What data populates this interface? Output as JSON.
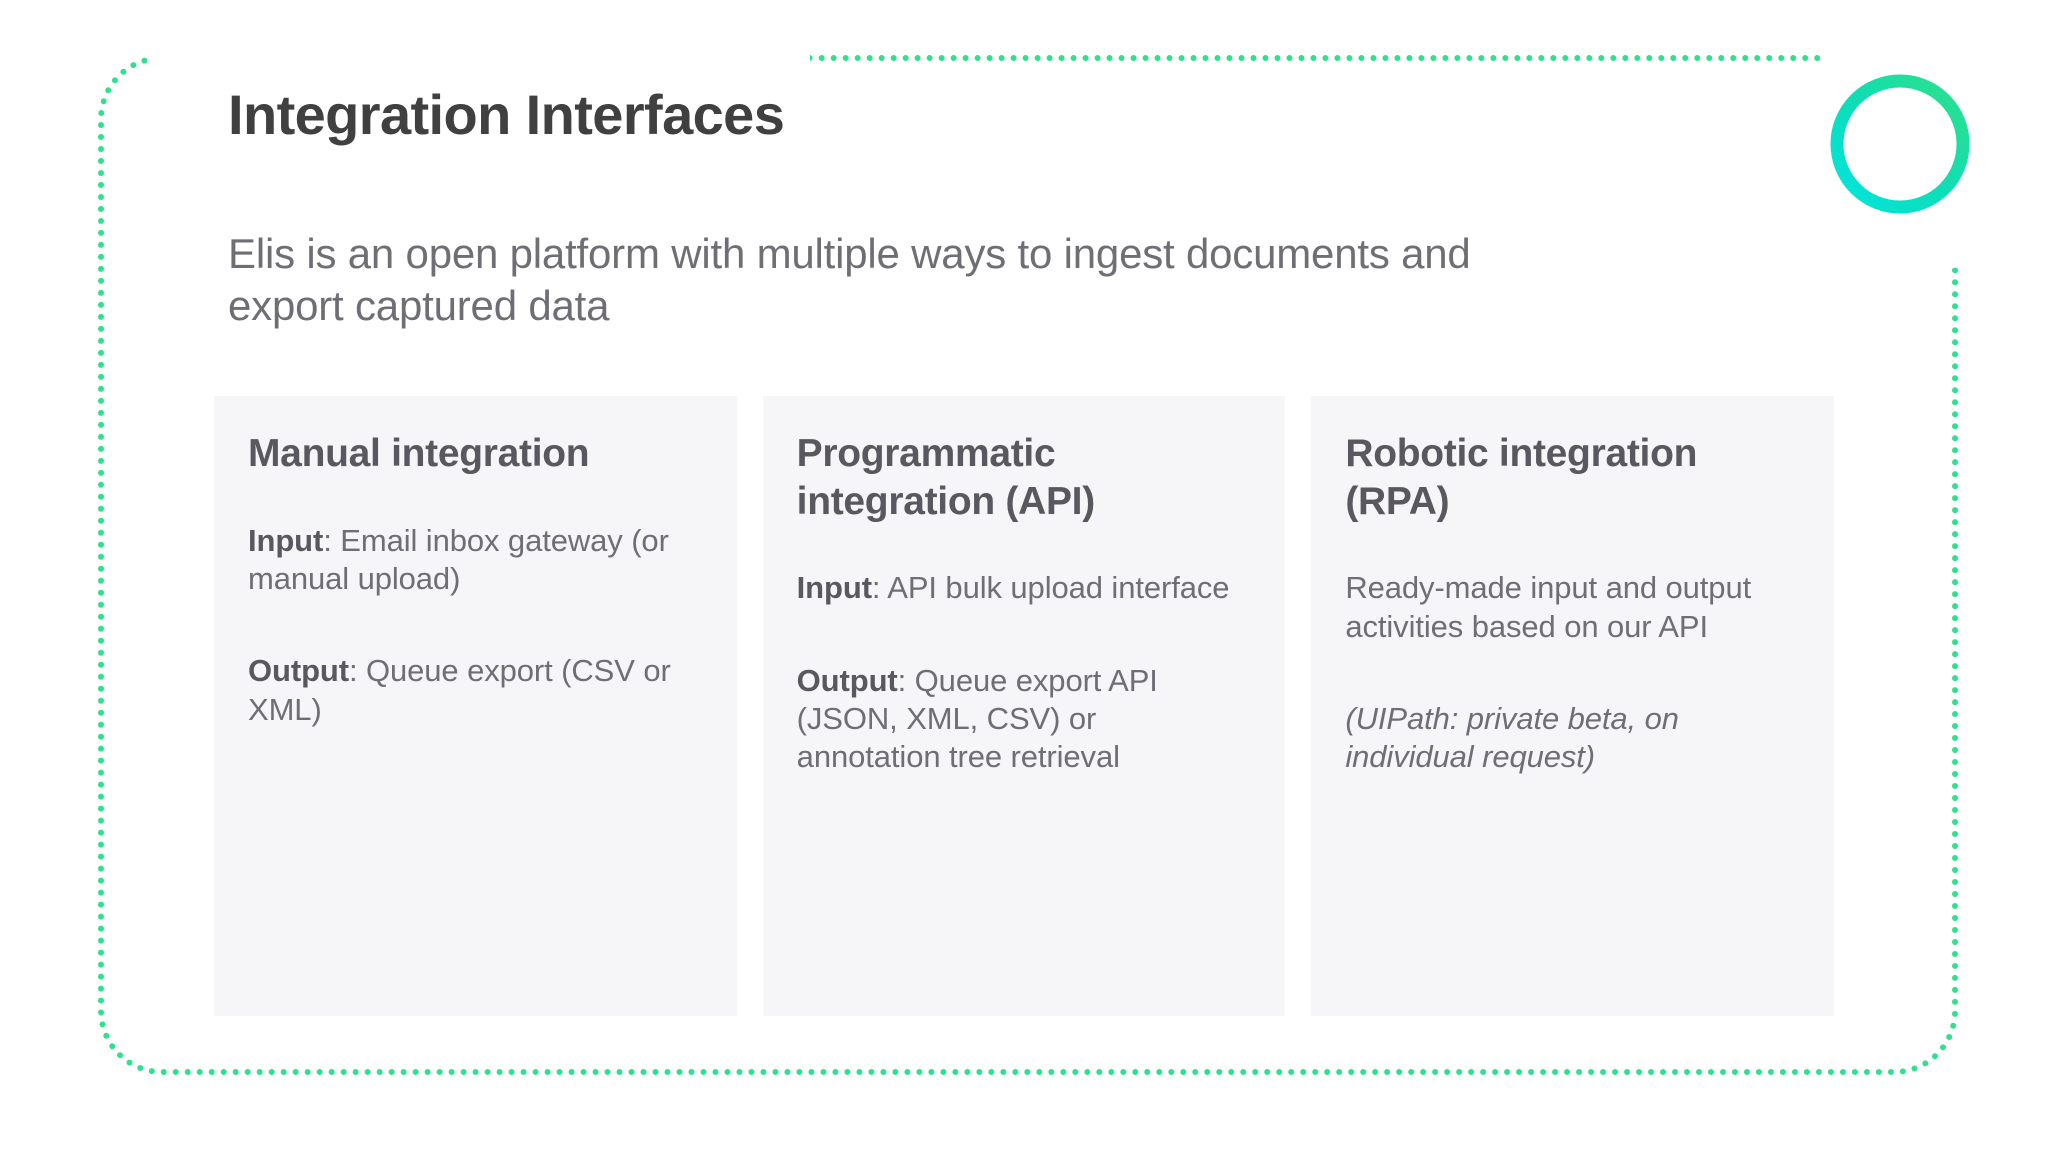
{
  "header": {
    "title": "Integration Interfaces",
    "subtitle": "Elis is an open platform with multiple ways to ingest documents and export captured data"
  },
  "decoration": {
    "ring_name": "gradient-circle-outline",
    "ring_gradient_from": "#00e0e0",
    "ring_gradient_to": "#2fe08c",
    "frame_dot_color": "#2fe08c"
  },
  "colors": {
    "title": "#404040",
    "subtitle": "#6e6e74",
    "card_background": "#f6f6f9",
    "card_title": "#58585e",
    "card_text": "#6e6e74",
    "page_background": "#ffffff"
  },
  "cards": [
    {
      "title": "Manual integration",
      "paragraphs": [
        {
          "lead": "Input",
          "separator": ": ",
          "text": "Email inbox gateway (or manual upload)",
          "italic": false
        },
        {
          "lead": "Output",
          "separator": ": ",
          "text": "Queue export (CSV or XML)",
          "italic": false
        }
      ]
    },
    {
      "title": "Programmatic integration (API)",
      "paragraphs": [
        {
          "lead": "Input",
          "separator": ": ",
          "text": "API bulk upload interface",
          "italic": false
        },
        {
          "lead": "Output",
          "separator": ": ",
          "text": "Queue export API (JSON, XML, CSV) or annotation tree retrieval",
          "italic": false
        }
      ]
    },
    {
      "title": "Robotic integration (RPA)",
      "paragraphs": [
        {
          "lead": "",
          "separator": "",
          "text": "Ready-made input and output activities based on our API",
          "italic": false
        },
        {
          "lead": "",
          "separator": "",
          "text": "(UIPath: private beta, on individual request)",
          "italic": true
        }
      ]
    }
  ]
}
